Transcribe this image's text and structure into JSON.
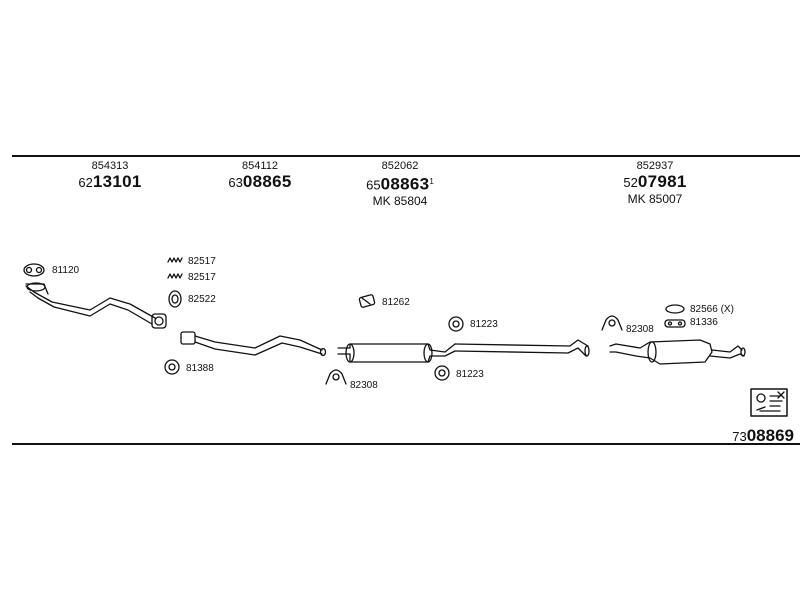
{
  "headers": [
    {
      "ref": "854313",
      "prefix": "62",
      "num": "13101",
      "note": "",
      "mk": ""
    },
    {
      "ref": "854112",
      "prefix": "63",
      "num": "08865",
      "note": "",
      "mk": ""
    },
    {
      "ref": "852062",
      "prefix": "65",
      "num": "08863",
      "note": "1",
      "mk": "MK  85804"
    },
    {
      "ref": "852937",
      "prefix": "52",
      "num": "07981",
      "note": "",
      "mk": "MK  85007"
    }
  ],
  "parts": {
    "p81120": "81120",
    "p82517a": "82517",
    "p82517b": "82517",
    "p82522": "82522",
    "p81388": "81388",
    "p81262": "81262",
    "p81223a": "81223",
    "p81223b": "81223",
    "p82308a": "82308",
    "p82308b": "82308",
    "p82566": "82566 (X)",
    "p81336": "81336"
  },
  "footer": {
    "prefix": "73",
    "num": "08869"
  }
}
